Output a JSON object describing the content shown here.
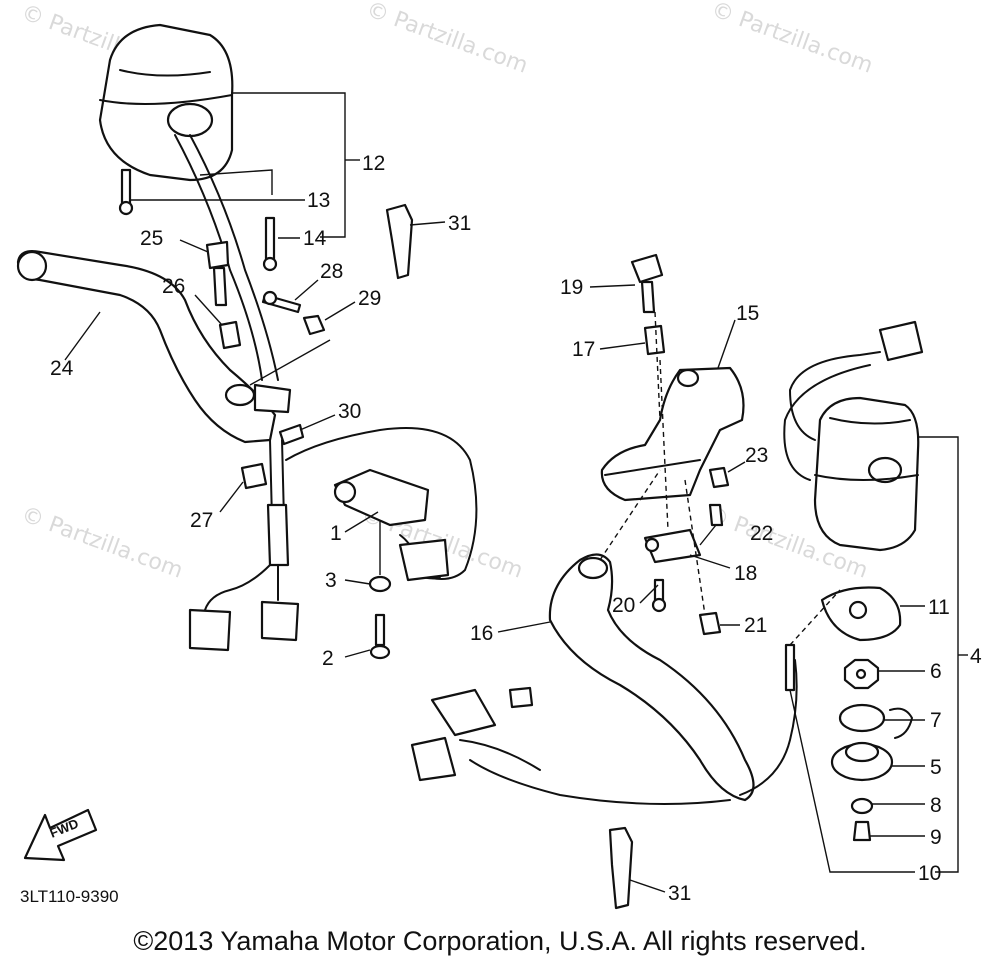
{
  "watermark": "© Partzilla.com",
  "diagram_code": "3LT110-9390",
  "copyright": "©2013 Yamaha Motor Corporation, U.S.A. All rights reserved.",
  "fwd_label": "FWD",
  "callouts": {
    "n1": "1",
    "n2": "2",
    "n3": "3",
    "n4": "4",
    "n5": "5",
    "n6": "6",
    "n7": "7",
    "n8": "8",
    "n9": "9",
    "n10": "10",
    "n11": "11",
    "n12": "12",
    "n13": "13",
    "n14": "14",
    "n15": "15",
    "n16": "16",
    "n17": "17",
    "n18": "18",
    "n19": "19",
    "n20": "20",
    "n21": "21",
    "n22": "22",
    "n23": "23",
    "n24": "24",
    "n25": "25",
    "n26": "26",
    "n27": "27",
    "n28": "28",
    "n29": "29",
    "n30": "30",
    "n31": "31"
  }
}
